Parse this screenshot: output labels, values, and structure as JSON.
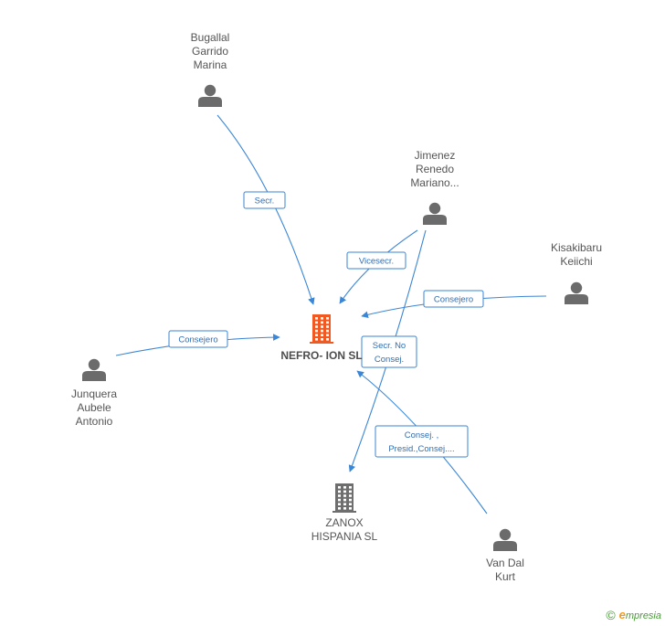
{
  "people": [
    {
      "id": "bugallal",
      "lines": [
        "Bugallal",
        "Garrido",
        "Marina"
      ]
    },
    {
      "id": "jimenez",
      "lines": [
        "Jimenez",
        "Renedo",
        "Mariano..."
      ]
    },
    {
      "id": "kisakibaru",
      "lines": [
        "Kisakibaru",
        "Keiichi"
      ]
    },
    {
      "id": "junquera",
      "lines": [
        "Junquera",
        "Aubele",
        "Antonio"
      ]
    },
    {
      "id": "vandal",
      "lines": [
        "Van Dal",
        "Kurt"
      ]
    }
  ],
  "companies": [
    {
      "id": "nefro",
      "lines": [
        "NEFRO- ION SL"
      ],
      "highlight": true,
      "color": "#f05a22"
    },
    {
      "id": "zanox",
      "lines": [
        "ZANOX",
        "HISPANIA SL"
      ],
      "highlight": false,
      "color": "#6e6e6e"
    }
  ],
  "edges": [
    {
      "from": "bugallal",
      "to": "nefro",
      "label_lines": [
        "Secr."
      ]
    },
    {
      "from": "jimenez",
      "to": "nefro",
      "label_lines": [
        "Vicesecr."
      ]
    },
    {
      "from": "kisakibaru",
      "to": "nefro",
      "label_lines": [
        "Consejero"
      ]
    },
    {
      "from": "junquera",
      "to": "nefro",
      "label_lines": [
        "Consejero"
      ]
    },
    {
      "from": "jimenez",
      "to": "zanox",
      "label_lines": [
        "Secr.  No",
        "Consej."
      ]
    },
    {
      "from": "vandal",
      "to": "nefro",
      "label_lines": [
        "Consej. ,",
        "Presid.,Consej...."
      ]
    }
  ],
  "colors": {
    "edge": "#3b86d6",
    "person_icon": "#6b6b6b"
  },
  "footer": {
    "copyright": "©",
    "brand_e": "e",
    "brand_rest": "mpresia"
  }
}
